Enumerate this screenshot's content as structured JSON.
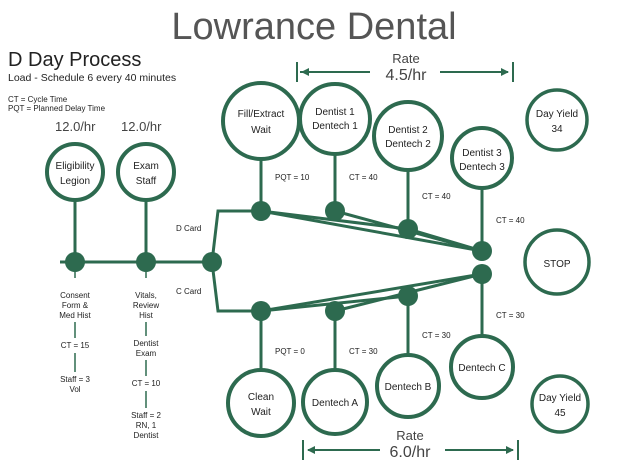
{
  "header": {
    "title": "Lowrance Dental",
    "subtitle": "D Day Process",
    "load": "Load - Schedule 6 every 40 minutes",
    "ct_def": "CT = Cycle Time",
    "pqt_def": "PQT = Planned Delay Time"
  },
  "rates": {
    "eligibility": "12.0/hr",
    "exam": "12.0/hr",
    "top_label": "Rate",
    "top_value": "4.5/hr",
    "bottom_label": "Rate",
    "bottom_value": "6.0/hr"
  },
  "nodes": {
    "eligibility": [
      "Eligibility",
      "Legion"
    ],
    "exam": [
      "Exam",
      "Staff"
    ],
    "fill_extract": [
      "Fill/Extract",
      "Wait"
    ],
    "dentist1": [
      "Dentist 1",
      "Dentech 1"
    ],
    "dentist2": [
      "Dentist 2",
      "Dentech 2"
    ],
    "dentist3": [
      "Dentist 3",
      "Dentech 3"
    ],
    "day_yield_top": [
      "Day Yield",
      "34"
    ],
    "stop": [
      "STOP"
    ],
    "clean": [
      "Clean",
      "Wait"
    ],
    "dentech_a": [
      "Dentech A"
    ],
    "dentech_b": [
      "Dentech B"
    ],
    "dentech_c": [
      "Dentech C"
    ],
    "day_yield_bottom": [
      "Day Yield",
      "45"
    ]
  },
  "edge_labels": {
    "fill_pqt": "PQT = 10",
    "d1_ct": "CT = 40",
    "d2_ct": "CT = 40",
    "d3_ct": "CT = 40",
    "clean_pqt": "PQT = 0",
    "a_ct": "CT = 30",
    "b_ct": "CT = 30",
    "c_ct": "CT = 30",
    "d_card": "D Card",
    "c_card": "C Card"
  },
  "notes": {
    "eligibility": [
      "Consent",
      "Form &",
      "Med Hist",
      "",
      "CT = 15",
      "",
      "Staff = 3",
      "Vol"
    ],
    "exam": [
      "Vitals,",
      "Review",
      "Hist",
      "",
      "Dentist",
      "Exam",
      "",
      "CT = 10",
      "",
      "Staff = 2",
      "RN, 1",
      "Dentist"
    ]
  },
  "colors": {
    "line": "#2d6a4f",
    "text": "#222222",
    "title": "#555555"
  }
}
